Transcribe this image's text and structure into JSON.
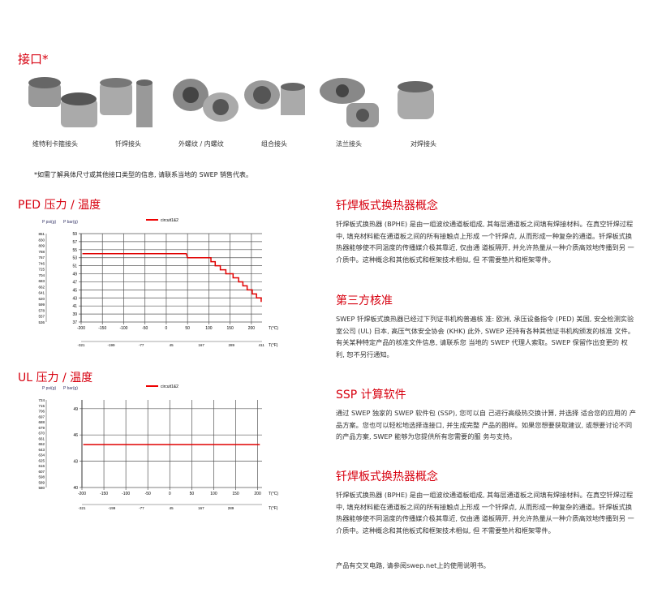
{
  "connections": {
    "title": "接口*",
    "items": [
      "维特利卡箍接头",
      "钎焊接头",
      "外螺纹 / 内螺纹",
      "组合接头",
      "法兰接头",
      "对焊接头"
    ],
    "note": "*如需了解具体尺寸或其他接口类型的信息, 请联系当地的 SWEP 销售代表。"
  },
  "ped": {
    "title": "PED 压力 / 温度"
  },
  "ul": {
    "title": "UL 压力 / 温度"
  },
  "right": [
    {
      "title": "钎焊板式换热器概念",
      "text": "钎焊板式换热器 (BPHE) 是由一组波纹通道板组成, 其每层通道板之间填有焊接材料。在真空钎焊过程 中, 填充材料能在通道板之间的所有接触点上形成 一个钎焊点, 从而形成一种复杂的通道。钎焊板式换 热器能够使不同温度的传播媒介极其靠近, 仅由通 道板隔开, 并允许热量从一种介质高效地传播到另 一介质中。这种概念和其他板式和框架技术相似, 但 不需要垫片和框架零件。"
    },
    {
      "title": "第三方核准",
      "text": "SWEP 钎焊板式换热器已经过下列证书机构普遍核 准: 欧洲, 承压设备指令 (PED) 美国, 安全检测实验室公司 (UL) 日本, 高压气体安全协会 (KHK) 此外, SWEP 还持有各种其他证书机构颁发的核准 文件。有关某种特定产品的核准文件信息, 请联系您 当地的 SWEP 代理人索取。SWEP 保留作出变更的 权利, 恕不另行通知。"
    },
    {
      "title": "SSP 计算软件",
      "text": "通过 SWEP 独家的 SWEP 软件包 (SSP), 您可以自 己进行高级热交换计算, 并选择 适合您的应用的 产品方案。您也可以轻松地选择连接口, 并生成完整 产品的图样。如果您想要获取建议, 或想要讨论不同 的产品方案, SWEP 能够为您提供所有您需要的服 务与支持。"
    },
    {
      "title": "钎焊板式换热器概念",
      "text": "钎焊板式换热器 (BPHE) 是由一组波纹通道板组成, 其每层通道板之间填有焊接材料。在真空钎焊过程 中, 填充材料能在通道板之间的所有接触点上形成 一个钎焊点, 从而形成一种复杂的通道。钎焊板式换 热器能够使不同温度的传播媒介极其靠近, 仅由通 道板隔开, 并允许热量从一种介质高效地传播到另 一介质中。这种概念和其他板式和框架技术相似, 但 不需要垫片和框架零件。"
    }
  ],
  "footer": "产品有交叉电路, 请参阅swep.net上的使用说明书。",
  "chart_data": [
    {
      "type": "line",
      "title": "PED 压力 / 温度",
      "legend": "circuit1&2",
      "legend_position": "top-center",
      "xlabel": "T(°C)",
      "x2label": "T(°F)",
      "ylabel": "P bar(g)",
      "y2label": "P psi(g)",
      "xlim": [
        -200,
        225
      ],
      "ylim": [
        37,
        59
      ],
      "xticks": [
        -200,
        -150,
        -100,
        -50,
        0,
        50,
        100,
        150,
        200
      ],
      "yticks": [
        37,
        39,
        41,
        43,
        45,
        47,
        49,
        51,
        53,
        55,
        57,
        59
      ],
      "psi_ticks": [
        "851",
        "830",
        "809",
        "788",
        "767",
        "746",
        "725",
        "704",
        "683",
        "662",
        "641",
        "620",
        "599",
        "578",
        "557",
        "536"
      ],
      "f_ticks": [
        "-321",
        "-199",
        "-77",
        "45",
        "167",
        "289",
        "411"
      ],
      "series": [
        {
          "name": "circuit1&2",
          "x": [
            -197,
            47,
            50,
            100,
            105,
            115,
            127,
            140,
            157,
            170,
            180,
            190,
            202,
            212,
            223
          ],
          "y": [
            54,
            54,
            53,
            53,
            52,
            51,
            50,
            49,
            48,
            47,
            46,
            45,
            44,
            43,
            42
          ]
        }
      ]
    },
    {
      "type": "line",
      "title": "UL 压力 / 温度",
      "legend": "circuit1&2",
      "legend_position": "top-center",
      "xlabel": "T(°C)",
      "x2label": "T(°F)",
      "ylabel": "P bar(g)",
      "y2label": "P psi(g)",
      "xlim": [
        -200,
        210
      ],
      "ylim": [
        40,
        50
      ],
      "xticks": [
        -200,
        -150,
        -100,
        -50,
        0,
        50,
        100,
        150,
        200
      ],
      "yticks": [
        40,
        43,
        46,
        49
      ],
      "psi_ticks": [
        "724",
        "715",
        "706",
        "697",
        "688",
        "679",
        "670",
        "661",
        "652",
        "643",
        "634",
        "625",
        "616",
        "607",
        "598",
        "589",
        "580"
      ],
      "f_ticks": [
        "-321",
        "-199",
        "-77",
        "45",
        "167",
        "289"
      ],
      "series": [
        {
          "name": "circuit1&2",
          "x": [
            -197,
            205
          ],
          "y": [
            44.9,
            44.9
          ]
        }
      ]
    }
  ],
  "colors": {
    "accent": "#d7000f",
    "line": "#e00000"
  }
}
